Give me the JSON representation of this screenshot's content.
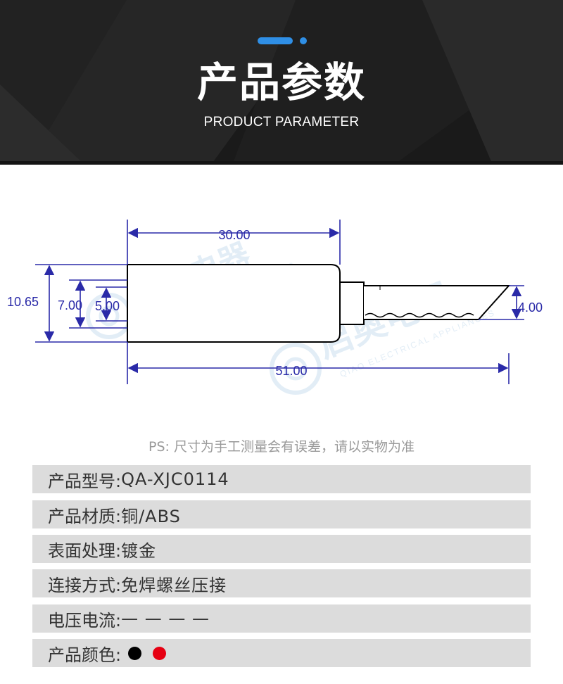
{
  "header": {
    "title": "产品参数",
    "subtitle": "PRODUCT PARAMETER",
    "accent_color": "#2f8fe6"
  },
  "drawing": {
    "dimensions": {
      "top_length": "30.00",
      "total_length": "51.00",
      "outer_diameter": "10.65",
      "inner_diameter_1": "7.00",
      "inner_diameter_2": "5.00",
      "pin_width": "4.00"
    },
    "watermark": {
      "brand": "启奥电器",
      "text": "QIAO ELECTRICAL APPLIANCES"
    },
    "dimension_color": "#2a2aa8"
  },
  "note": "PS:  尺寸为手工测量会有误差，请以实物为准",
  "specs": [
    {
      "label": "产品型号:",
      "value": "QA-XJC0114"
    },
    {
      "label": "产品材质:",
      "value": "铜/ABS"
    },
    {
      "label": "表面处理:",
      "value": "镀金"
    },
    {
      "label": "连接方式:",
      "value": "免焊螺丝压接"
    },
    {
      "label": "电压电流:",
      "value": "— — — —"
    },
    {
      "label": "产品颜色:",
      "value": "",
      "colors": [
        "#000000",
        "#e60012"
      ]
    }
  ]
}
